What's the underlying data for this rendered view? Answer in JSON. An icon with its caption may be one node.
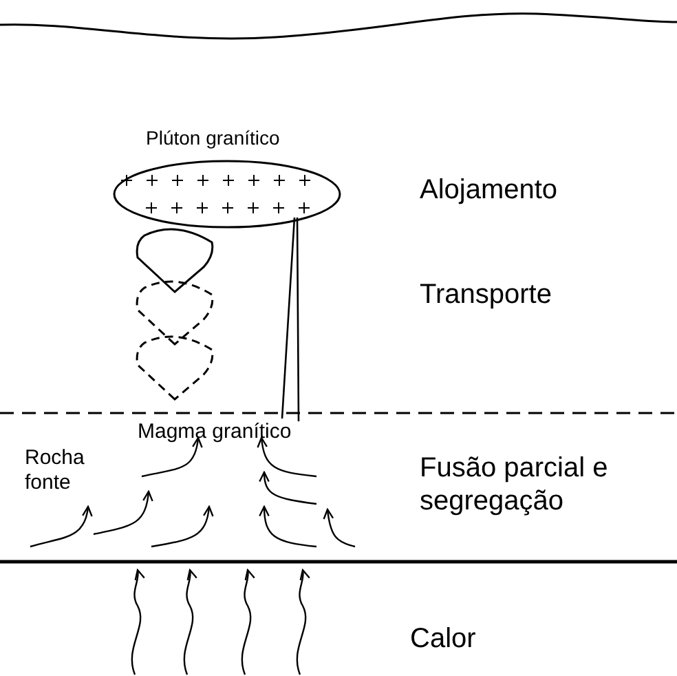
{
  "diagram": {
    "labels": [
      "Plúton granítico",
      "Alojamento",
      "Transporte",
      "Magma granítico",
      "Rocha fonte",
      "Fusão parcial e segregação",
      "Calor"
    ]
  }
}
